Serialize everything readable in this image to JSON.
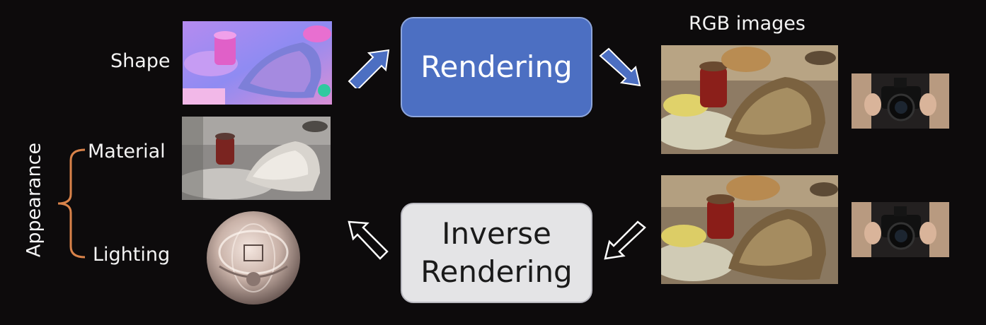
{
  "labels": {
    "shape": "Shape",
    "material": "Material",
    "lighting": "Lighting",
    "appearance": "Appearance",
    "rgb_images": "RGB images"
  },
  "boxes": {
    "rendering": "Rendering",
    "inverse_line1": "Inverse",
    "inverse_line2": "Rendering"
  },
  "colors": {
    "background": "#0d0b0c",
    "rendering_box": "#4c6fc2",
    "inverse_box": "#e4e4e6",
    "arrow_filled": "#4c6fc2",
    "bracket": "#d9834a"
  }
}
